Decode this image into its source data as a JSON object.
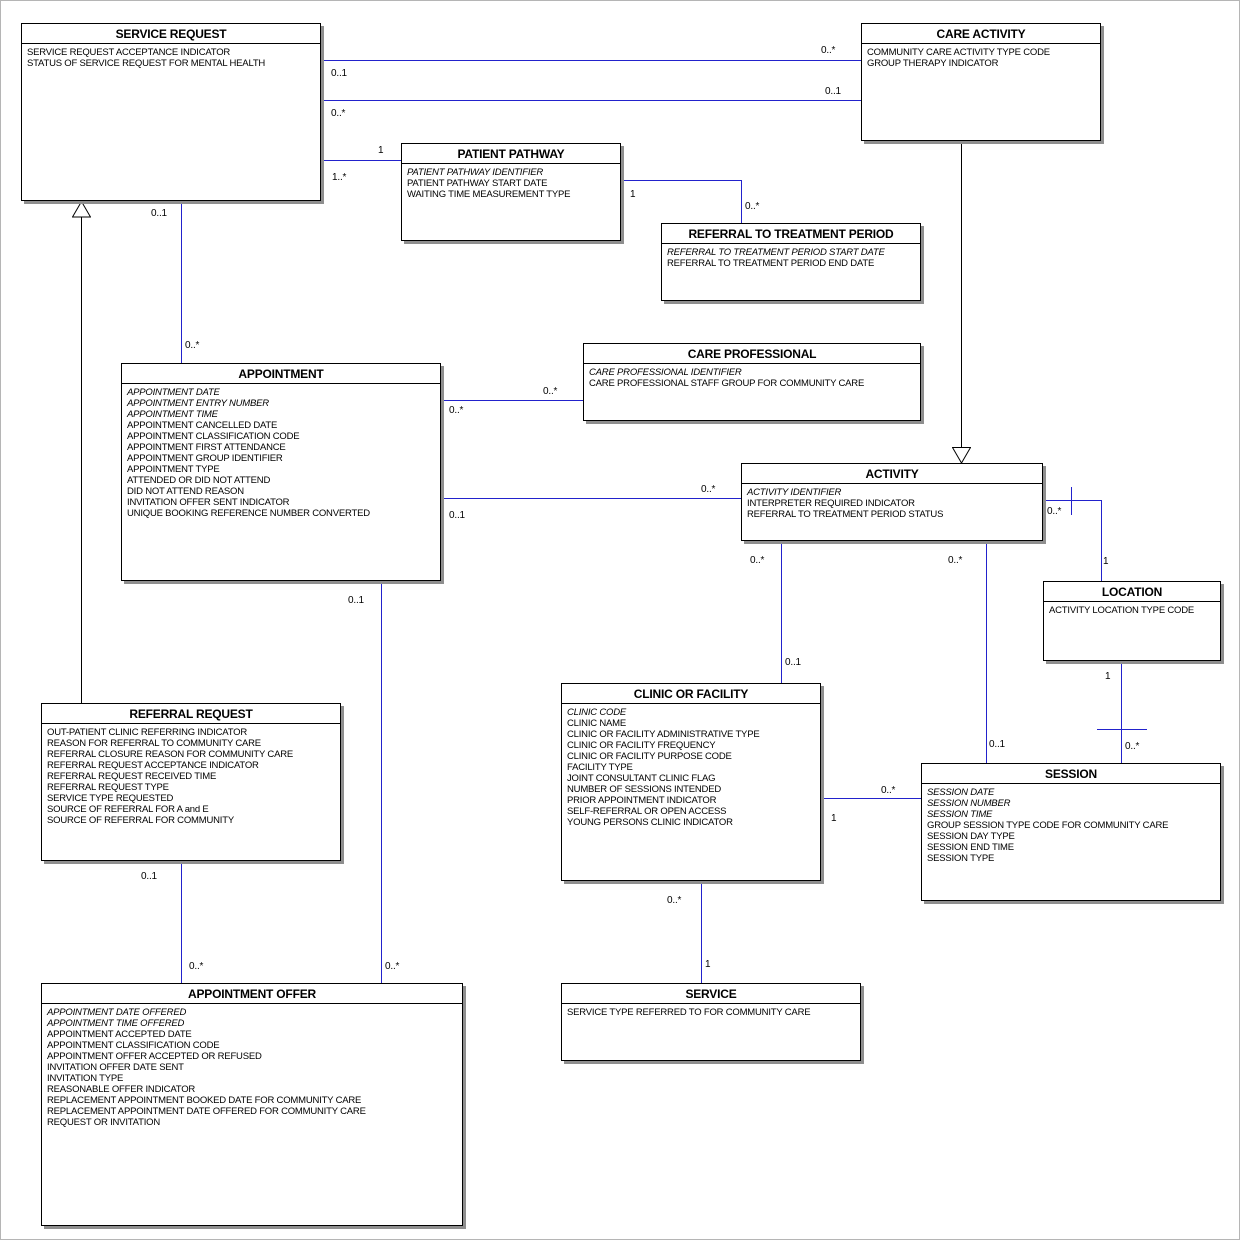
{
  "colors": {
    "relationship_line": "#2222cc",
    "generalization_line": "#000000",
    "entity_border": "#000000",
    "entity_shadow": "#8f8f8f",
    "background": "#ffffff"
  },
  "entities": {
    "service_request": {
      "title": "SERVICE REQUEST",
      "attributes": [
        {
          "t": "SERVICE REQUEST ACCEPTANCE INDICATOR"
        },
        {
          "t": "STATUS OF SERVICE REQUEST FOR MENTAL HEALTH"
        }
      ]
    },
    "care_activity": {
      "title": "CARE ACTIVITY",
      "attributes": [
        {
          "t": "COMMUNITY CARE ACTIVITY TYPE CODE"
        },
        {
          "t": "GROUP THERAPY INDICATOR"
        }
      ]
    },
    "patient_pathway": {
      "title": "PATIENT PATHWAY",
      "attributes": [
        {
          "t": "PATIENT PATHWAY IDENTIFIER",
          "i": true
        },
        {
          "t": "PATIENT PATHWAY START DATE"
        },
        {
          "t": "WAITING TIME MEASUREMENT TYPE"
        }
      ]
    },
    "referral_to_treatment_period": {
      "title": "REFERRAL TO TREATMENT PERIOD",
      "attributes": [
        {
          "t": "REFERRAL TO TREATMENT PERIOD START DATE",
          "i": true
        },
        {
          "t": "REFERRAL TO TREATMENT PERIOD END DATE"
        }
      ]
    },
    "care_professional": {
      "title": "CARE PROFESSIONAL",
      "attributes": [
        {
          "t": "CARE PROFESSIONAL IDENTIFIER",
          "i": true
        },
        {
          "t": "CARE PROFESSIONAL STAFF GROUP FOR COMMUNITY CARE"
        }
      ]
    },
    "appointment": {
      "title": "APPOINTMENT",
      "attributes": [
        {
          "t": "APPOINTMENT DATE",
          "i": true
        },
        {
          "t": "APPOINTMENT ENTRY NUMBER",
          "i": true
        },
        {
          "t": "APPOINTMENT TIME",
          "i": true
        },
        {
          "t": "APPOINTMENT CANCELLED DATE"
        },
        {
          "t": "APPOINTMENT CLASSIFICATION CODE"
        },
        {
          "t": "APPOINTMENT FIRST ATTENDANCE"
        },
        {
          "t": "APPOINTMENT GROUP IDENTIFIER"
        },
        {
          "t": "APPOINTMENT TYPE"
        },
        {
          "t": "ATTENDED OR DID NOT ATTEND"
        },
        {
          "t": "DID NOT ATTEND REASON"
        },
        {
          "t": "INVITATION OFFER SENT INDICATOR"
        },
        {
          "t": "UNIQUE BOOKING REFERENCE NUMBER CONVERTED"
        }
      ]
    },
    "activity": {
      "title": "ACTIVITY",
      "attributes": [
        {
          "t": "ACTIVITY IDENTIFIER",
          "i": true
        },
        {
          "t": "INTERPRETER REQUIRED INDICATOR"
        },
        {
          "t": "REFERRAL TO TREATMENT PERIOD STATUS"
        }
      ]
    },
    "location": {
      "title": "LOCATION",
      "attributes": [
        {
          "t": "ACTIVITY LOCATION TYPE CODE"
        }
      ]
    },
    "clinic_or_facility": {
      "title": "CLINIC OR FACILITY",
      "attributes": [
        {
          "t": "CLINIC CODE",
          "i": true
        },
        {
          "t": "CLINIC NAME"
        },
        {
          "t": "CLINIC OR FACILITY ADMINISTRATIVE TYPE"
        },
        {
          "t": "CLINIC OR FACILITY FREQUENCY"
        },
        {
          "t": "CLINIC OR FACILITY PURPOSE CODE"
        },
        {
          "t": "FACILITY TYPE"
        },
        {
          "t": "JOINT CONSULTANT CLINIC FLAG"
        },
        {
          "t": "NUMBER OF SESSIONS INTENDED"
        },
        {
          "t": "PRIOR APPOINTMENT INDICATOR"
        },
        {
          "t": "SELF-REFERRAL OR OPEN ACCESS"
        },
        {
          "t": "YOUNG PERSONS CLINIC INDICATOR"
        }
      ]
    },
    "session": {
      "title": "SESSION",
      "attributes": [
        {
          "t": "SESSION DATE",
          "i": true
        },
        {
          "t": "SESSION NUMBER",
          "i": true
        },
        {
          "t": "SESSION TIME",
          "i": true
        },
        {
          "t": "GROUP SESSION TYPE CODE FOR COMMUNITY CARE"
        },
        {
          "t": "SESSION DAY TYPE"
        },
        {
          "t": "SESSION END TIME"
        },
        {
          "t": "SESSION TYPE"
        }
      ]
    },
    "referral_request": {
      "title": "REFERRAL REQUEST",
      "attributes": [
        {
          "t": "OUT-PATIENT CLINIC REFERRING INDICATOR"
        },
        {
          "t": "REASON FOR REFERRAL TO COMMUNITY CARE"
        },
        {
          "t": "REFERRAL CLOSURE REASON FOR COMMUNITY CARE"
        },
        {
          "t": "REFERRAL REQUEST ACCEPTANCE INDICATOR"
        },
        {
          "t": "REFERRAL REQUEST RECEIVED TIME"
        },
        {
          "t": "REFERRAL REQUEST TYPE"
        },
        {
          "t": "SERVICE TYPE REQUESTED"
        },
        {
          "t": "SOURCE OF REFERRAL FOR A and E"
        },
        {
          "t": "SOURCE OF REFERRAL FOR COMMUNITY"
        }
      ]
    },
    "service": {
      "title": "SERVICE",
      "attributes": [
        {
          "t": "SERVICE TYPE REFERRED TO FOR COMMUNITY CARE"
        }
      ]
    },
    "appointment_offer": {
      "title": "APPOINTMENT OFFER",
      "attributes": [
        {
          "t": "APPOINTMENT DATE OFFERED",
          "i": true
        },
        {
          "t": "APPOINTMENT TIME OFFERED",
          "i": true
        },
        {
          "t": "APPOINTMENT ACCEPTED  DATE"
        },
        {
          "t": "APPOINTMENT CLASSIFICATION CODE"
        },
        {
          "t": "APPOINTMENT OFFER ACCEPTED OR REFUSED"
        },
        {
          "t": "INVITATION OFFER DATE SENT"
        },
        {
          "t": "INVITATION TYPE"
        },
        {
          "t": "REASONABLE OFFER INDICATOR"
        },
        {
          "t": "REPLACEMENT APPOINTMENT BOOKED DATE FOR COMMUNITY CARE"
        },
        {
          "t": "REPLACEMENT APPOINTMENT DATE OFFERED FOR COMMUNITY CARE"
        },
        {
          "t": "REQUEST OR INVITATION"
        }
      ]
    }
  },
  "cards": {
    "srca1_sr": "0..1",
    "srca1_ca": "0..*",
    "srca2_sr": "0..*",
    "srca2_ca": "0..1",
    "srpp_sr": "1..*",
    "srpp_pp": "1",
    "pprttp_pp": "1",
    "pprttp_rttp": "0..*",
    "srappt_sr": "0..1",
    "srappt_appt": "0..*",
    "apptcp_appt": "0..*",
    "apptcp_cp": "0..*",
    "apptact_appt": "0..1",
    "apptact_act": "0..*",
    "actloc_act": "0..*",
    "actloc_loc": "1",
    "actclin_act": "0..*",
    "actclin_clin": "0..1",
    "actsess_act": "0..*",
    "actsess_sess": "0..1",
    "locsess_loc": "1",
    "locsess_sess": "0..*",
    "clinsess_clin": "1",
    "clinsess_sess": "0..*",
    "clinserv_clin": "0..*",
    "clinserv_serv": "1",
    "rrao_rr": "0..1",
    "rrao_ao": "0..*",
    "apptao_appt": "0..1",
    "apptao_ao": "0..*"
  }
}
